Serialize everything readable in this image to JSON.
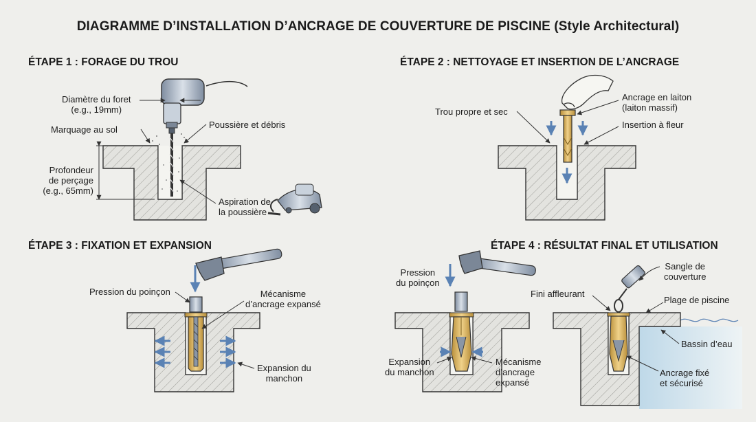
{
  "title": "DIAGRAMME D’INSTALLATION D’ANCRAGE DE COUVERTURE DE PISCINE (Style Architectural)",
  "colors": {
    "background": "#efefec",
    "concrete": "#e3e3df",
    "hatch": "#8a8a86",
    "brass": "#d8b25a",
    "steel": "#9aa8b8",
    "arrow": "#5a82b4",
    "water": "#cfe3ef"
  },
  "step1": {
    "title": "ÉTAPE 1 : FORAGE DU TROU",
    "labels": {
      "drill_diameter": [
        "Diamètre du foret",
        "(e.g., 19mm)"
      ],
      "ground_marking": "Marquage au sol",
      "dust_debris": "Poussière et débris",
      "drill_depth": [
        "Profondeur",
        "de perçage",
        "(e.g., 65mm)"
      ],
      "dust_suction": [
        "Aspiration de",
        "la poussière"
      ]
    }
  },
  "step2": {
    "title": "ÉTAPE 2 : NETTOYAGE ET INSERTION DE L’ANCRAGE",
    "labels": {
      "clean_hole": "Trou propre et sec",
      "brass_anchor": [
        "Ancrage en laiton",
        "(laiton massif)"
      ],
      "flush_insert": "Insertion à fleur"
    }
  },
  "step3": {
    "title": "ÉTAPE 3 : FIXATION ET EXPANSION",
    "labels": {
      "punch_pressure": "Pression du poinçon",
      "expanded_mechanism": [
        "Mécanisme",
        "d’ancrage expansé"
      ],
      "sleeve_expansion": [
        "Expansion du",
        "manchon"
      ]
    }
  },
  "step4": {
    "title": "ÉTAPE 4 : RÉSULTAT FINAL ET UTILISATION",
    "labels": {
      "punch_pressure": [
        "Pression",
        "du poinçon"
      ],
      "sleeve_expansion": [
        "Expansion",
        "du manchon"
      ],
      "expanded_mechanism": [
        "Mécanisme",
        "d’ancrage",
        "expansé"
      ],
      "flush_finish": "Fini affleurant",
      "cover_strap": [
        "Sangle de",
        "couverture"
      ],
      "pool_deck": "Plage de piscine",
      "water_basin": "Bassin d’eau",
      "anchor_secured": [
        "Ancrage fixé",
        "et sécurisé"
      ]
    }
  }
}
